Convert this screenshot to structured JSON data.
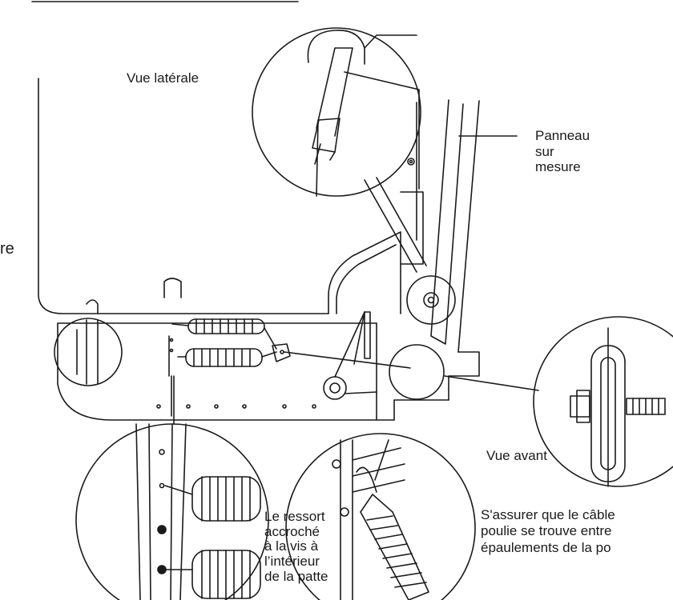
{
  "labels": {
    "side_view": "Vue latérale",
    "panel": "Panneau\nsur\nmesure",
    "left_fragment": "re",
    "front_view": "Vue avant",
    "spring_note": "Le ressort\naccroché\nà la vis à\nl’intérieur\nde la patte",
    "cable_note": "S'assurer que le câble\npoulie se trouve entre\népaulements de la po"
  },
  "colors": {
    "ink": "#1a1a1a",
    "background": "#ffffff"
  }
}
